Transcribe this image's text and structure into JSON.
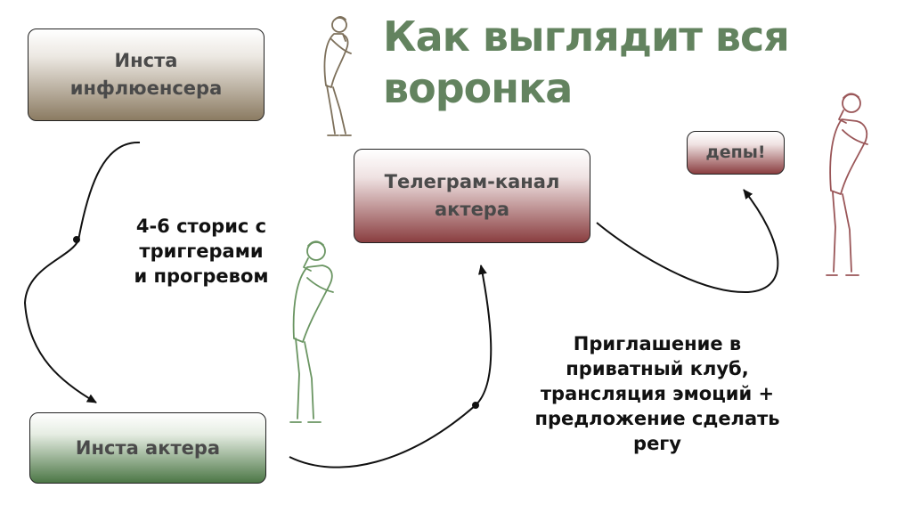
{
  "title": "Как выглядит вся воронка",
  "nodes": {
    "influencer": "Инста\nинфлюенсера",
    "telegram": "Телеграм-канал\nактера",
    "actor_insta": "Инста актера",
    "deposits": "депы!"
  },
  "edges": {
    "stories": "4-6 сторис с\nтриггерами\nи прогревом",
    "invite": "Приглашение в\nприватный клуб,\nтрансляция эмоций +\nпредложение сделать\nрегу"
  },
  "colors": {
    "title": "#63835f",
    "brown": "#8b7b62",
    "red": "#8a3e40",
    "green": "#4c7746"
  },
  "icons": [
    "standing-man-brown",
    "standing-man-green",
    "standing-man-red"
  ]
}
